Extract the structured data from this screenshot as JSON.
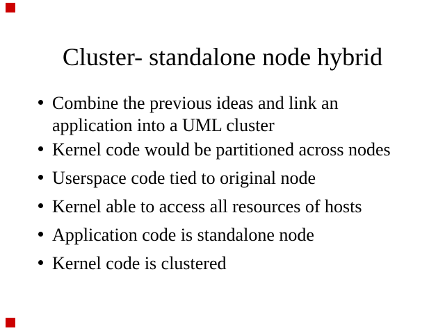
{
  "slide": {
    "title": "Cluster- standalone node hybrid",
    "bullets": [
      {
        "text": "Combine the previous ideas and link an\napplication into a UML cluster"
      },
      {
        "text": "Kernel code would be partitioned across nodes"
      },
      {
        "text": "Userspace code tied to original node"
      },
      {
        "text": "Kernel able to access all resources of hosts"
      },
      {
        "text": "Application code is standalone node"
      },
      {
        "text": "Kernel code is clustered"
      }
    ],
    "colors": {
      "background": "#ffffff",
      "text": "#000000",
      "bullet_dot": "#000000",
      "corner_marker": "#cc0000"
    }
  }
}
